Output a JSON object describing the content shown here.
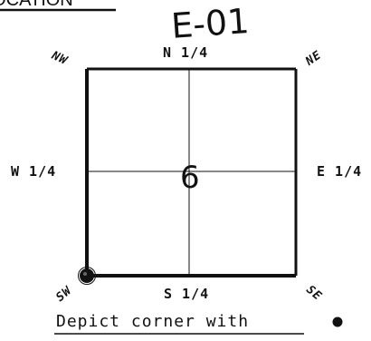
{
  "header_fragment": "LOCATION",
  "handwritten_id": "E-01",
  "handwritten_section": "6",
  "quarters": {
    "north": "N 1/4",
    "south": "S 1/4",
    "west": "W 1/4",
    "east": "E 1/4"
  },
  "corners": {
    "nw": "NW",
    "ne": "NE",
    "sw": "SW",
    "se": "SE"
  },
  "caption": "Depict corner with",
  "selected_corner": "SW",
  "marker_symbol": "filled-dot",
  "colors": {
    "ink": "#111111",
    "background": "#ffffff"
  }
}
